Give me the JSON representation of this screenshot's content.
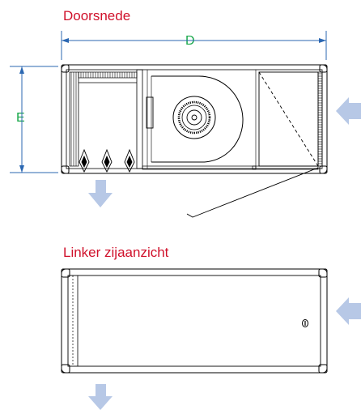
{
  "colors": {
    "title": "#d0112b",
    "dimension": "#18a84a",
    "dimension_line": "#2b67b2",
    "arrow": "#b7c8e6",
    "drawing": "#000000"
  },
  "top_view": {
    "title": "Doorsnede",
    "width_label": "D",
    "height_label": "E"
  },
  "side_view": {
    "title": "Linker zijaanzicht"
  },
  "icons": {
    "inlet": "arrow-left-icon",
    "outlet": "arrow-down-icon"
  }
}
